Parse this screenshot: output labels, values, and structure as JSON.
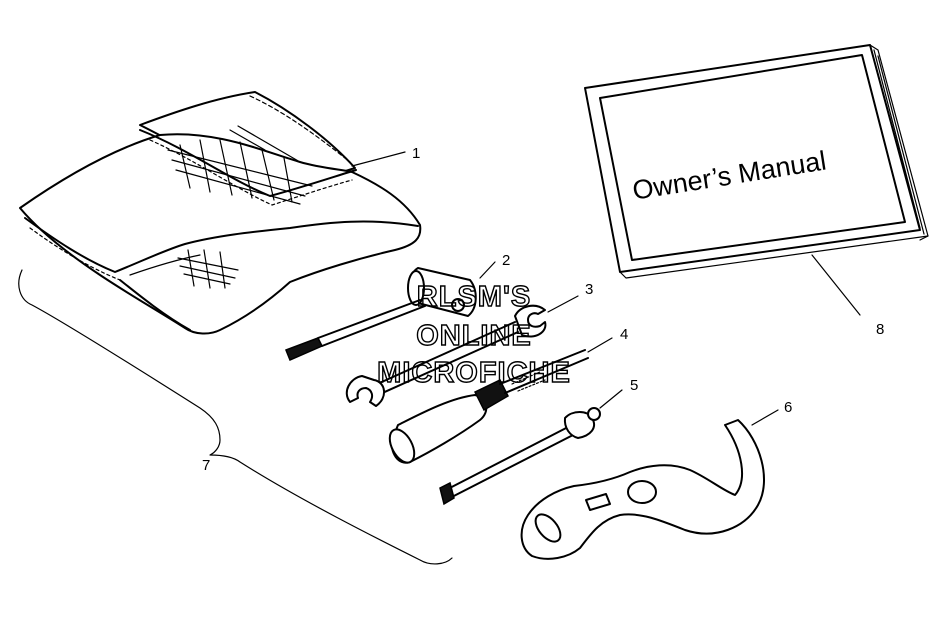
{
  "callouts": {
    "c1": "1",
    "c2": "2",
    "c3": "3",
    "c4": "4",
    "c5": "5",
    "c6": "6",
    "c7": "7",
    "c8": "8"
  },
  "manual": {
    "title": "Owner’s Manual"
  },
  "watermark": {
    "line1": "RLSM'S",
    "line2": "ONLINE",
    "line3": "MICROFICHE"
  },
  "icons": {
    "tool_pouch": "tool-pouch-icon",
    "spark_plug_wrench": "spark-plug-wrench-icon",
    "open_end_wrench": "open-end-wrench-icon",
    "screwdriver": "screwdriver-icon",
    "extension_bar": "extension-bar-icon",
    "spanner_hook": "spanner-hook-icon",
    "owners_manual": "owners-manual-icon"
  }
}
